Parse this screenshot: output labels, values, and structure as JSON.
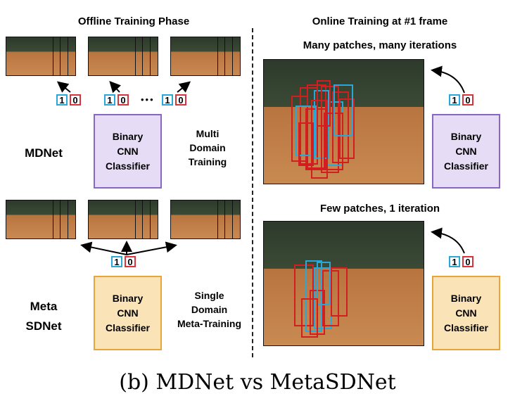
{
  "headers": {
    "offline": "Offline Training Phase",
    "online": "Online Training at #1 frame",
    "many": "Many patches, many iterations",
    "few": "Few patches, 1 iteration"
  },
  "labels": {
    "mdnet": "MDNet",
    "meta": "Meta",
    "sdnet": "SDNet",
    "multi_domain": "Multi\nDomain\nTraining",
    "single_domain": "Single\nDomain\nMeta-Training"
  },
  "classifier_text": "Binary\nCNN\nClassifier",
  "label_one": "1",
  "label_zero": "0",
  "ellipsis": "•••",
  "caption": "(b) MDNet vs MetaSDNet",
  "colors": {
    "purple_border": "#8a66c4",
    "purple_fill": "#e7dcf5",
    "orange_border": "#e8a53a",
    "orange_fill": "#fbe3b8",
    "label_blue": "#2aa6d8",
    "label_red": "#d8333a",
    "patch_red": "#d21e1e",
    "patch_blue": "#2aa6d8"
  }
}
